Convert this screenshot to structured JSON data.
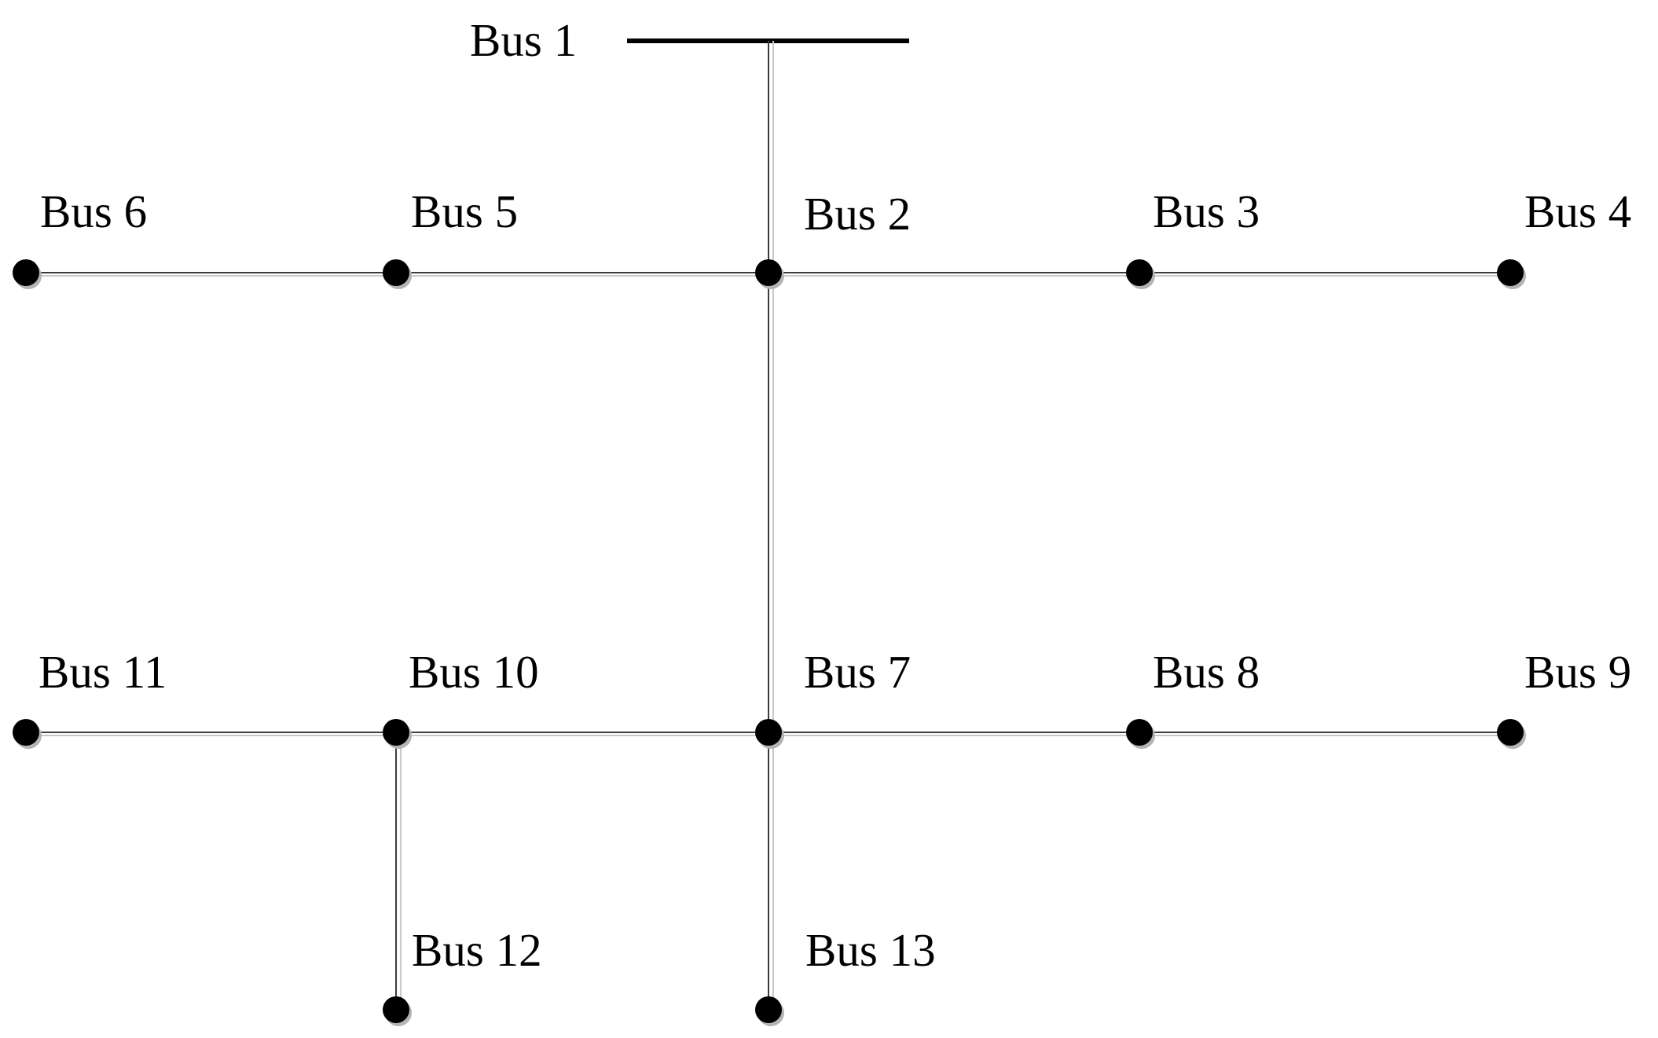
{
  "diagram": {
    "title": "",
    "buses": [
      {
        "id": "1",
        "label": "Bus 1",
        "kind": "source"
      },
      {
        "id": "2",
        "label": "Bus 2"
      },
      {
        "id": "3",
        "label": "Bus 3"
      },
      {
        "id": "4",
        "label": "Bus 4"
      },
      {
        "id": "5",
        "label": "Bus 5"
      },
      {
        "id": "6",
        "label": "Bus 6"
      },
      {
        "id": "7",
        "label": "Bus 7"
      },
      {
        "id": "8",
        "label": "Bus 8"
      },
      {
        "id": "9",
        "label": "Bus 9"
      },
      {
        "id": "10",
        "label": "Bus 10"
      },
      {
        "id": "11",
        "label": "Bus 11"
      },
      {
        "id": "12",
        "label": "Bus 12"
      },
      {
        "id": "13",
        "label": "Bus 13"
      }
    ],
    "lines": [
      {
        "from": "1",
        "to": "2"
      },
      {
        "from": "2",
        "to": "3"
      },
      {
        "from": "3",
        "to": "4"
      },
      {
        "from": "2",
        "to": "5"
      },
      {
        "from": "5",
        "to": "6"
      },
      {
        "from": "2",
        "to": "7"
      },
      {
        "from": "7",
        "to": "8"
      },
      {
        "from": "8",
        "to": "9"
      },
      {
        "from": "7",
        "to": "10"
      },
      {
        "from": "10",
        "to": "11"
      },
      {
        "from": "10",
        "to": "12"
      },
      {
        "from": "7",
        "to": "13"
      }
    ],
    "colors": {
      "node": "#000000",
      "line": "#3c3c3c",
      "line_shadow": "#c8c8c8",
      "background": "#ffffff"
    }
  }
}
